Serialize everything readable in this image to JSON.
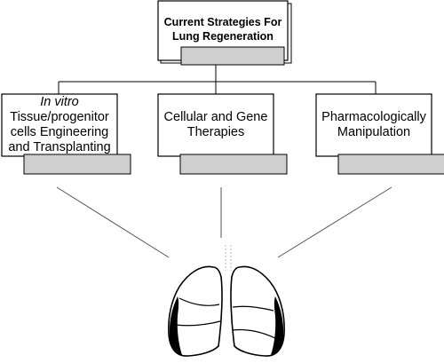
{
  "root": {
    "title_lines": [
      "Current Strategies For",
      "Lung Regeneration"
    ]
  },
  "branches": [
    {
      "lines": [
        "In vitro",
        "Tissue/progenitor",
        "cells Engineering",
        "and Transplanting"
      ],
      "italic_first_line": true
    },
    {
      "lines": [
        "Cellular and Gene",
        "Therapies"
      ],
      "italic_first_line": false
    },
    {
      "lines": [
        "Pharmacologically",
        "Manipulation"
      ],
      "italic_first_line": false
    }
  ],
  "illustration": {
    "icon": "lungs-icon"
  },
  "colors": {
    "box_fill": "#ffffff",
    "bar_fill": "#cfcfcf",
    "line": "#000000",
    "connector": "#555555"
  }
}
